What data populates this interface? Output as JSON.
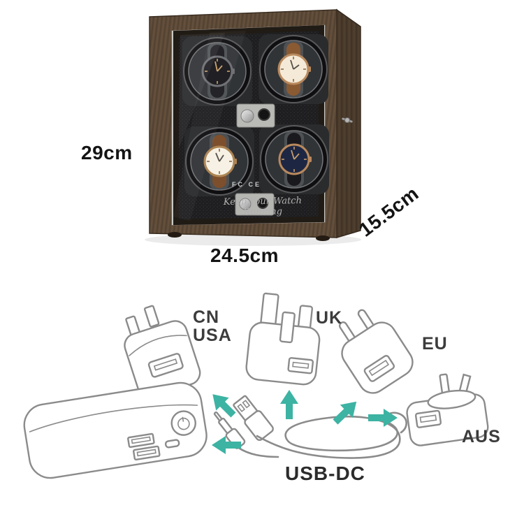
{
  "product": {
    "name": "watch-winder-box",
    "dimensions": {
      "height": "29cm",
      "width": "24.5cm",
      "depth": "15.5cm"
    },
    "marks": {
      "fcc": "FC",
      "ce": "CE",
      "slogan": "Keep Your Watch Running"
    },
    "watches": [
      {
        "position": "top-left",
        "dial": "#17171c",
        "strap": "#1c1c20",
        "case": "#6b6c70"
      },
      {
        "position": "top-right",
        "dial": "#f4ead7",
        "strap": "#8a5a33",
        "case": "#b9895d"
      },
      {
        "position": "bottom-left",
        "dial": "#f6f1e4",
        "strap": "#7e4f2c",
        "case": "#ad8452"
      },
      {
        "position": "bottom-right",
        "dial": "#1d2743",
        "strap": "#1a1a1e",
        "case": "#b9895d"
      }
    ],
    "colors": {
      "wood": "#5d4a38",
      "wood_side": "#493a2b",
      "interior": "#1e1e20",
      "silver_frame": "#c9c9c6"
    }
  },
  "diagram": {
    "labels": {
      "cn": "CN",
      "usa": "USA",
      "uk": "UK",
      "eu": "EU",
      "aus": "AUS",
      "cable": "USB-DC"
    },
    "adapters": [
      "CN/USA",
      "UK",
      "EU",
      "AUS"
    ],
    "items": [
      "power-bank",
      "usb-dc-cable"
    ],
    "arrow_color": "#3DB3A3",
    "line_color": "#8b8b8b"
  }
}
